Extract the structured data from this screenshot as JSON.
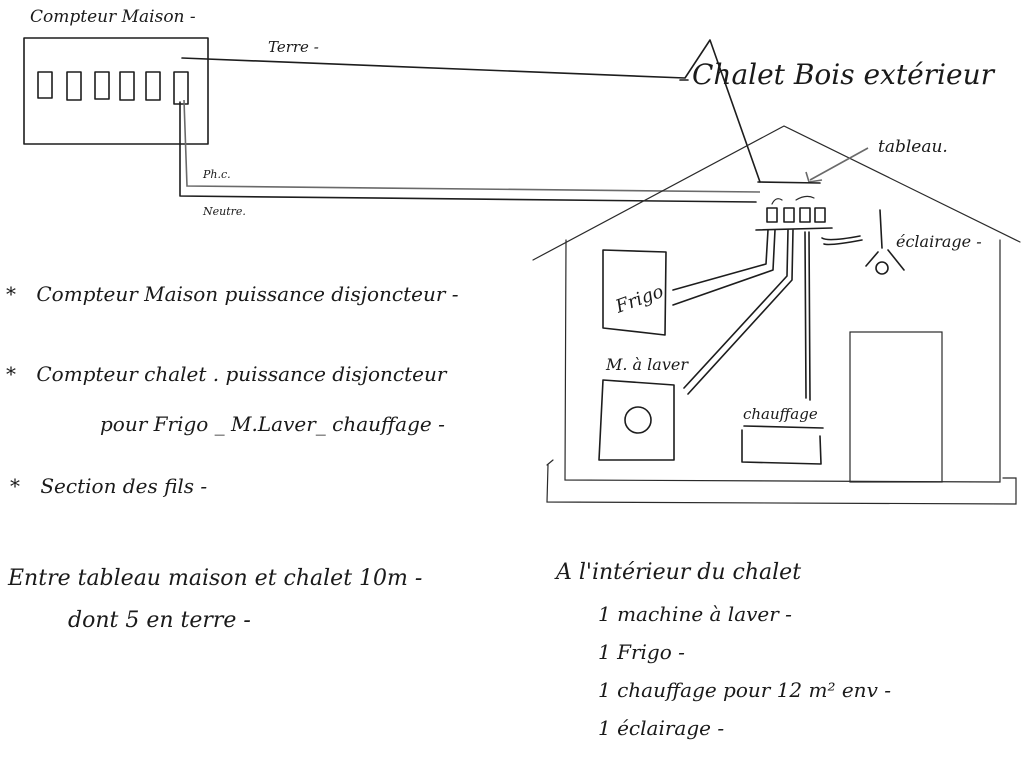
{
  "diagram": {
    "meter_box": {
      "label": "Compteur Maison -",
      "breaker_count": 6
    },
    "wires": {
      "earth": "Terre -",
      "phase": "Ph.c.",
      "neutral": "Neutre."
    },
    "chalet": {
      "title": "Chalet Bois extérieur",
      "panel_label": "tableau.",
      "panel_breaker_count": 4,
      "appliances": {
        "fridge": "Frigo",
        "washer": "M. à laver",
        "heater": "chauffage",
        "lighting": "éclairage -"
      }
    }
  },
  "notes": {
    "questions": [
      {
        "bullet": "*",
        "text": "Compteur Maison  puissance disjoncteur -"
      },
      {
        "bullet": "*",
        "text": "Compteur chalet . puissance disjoncteur",
        "continuation": "pour Frigo _ M.Laver_ chauffage -"
      },
      {
        "bullet": "*",
        "text": "Section des fils -"
      }
    ],
    "distance": {
      "line1": "Entre tableau maison et chalet 10m -",
      "line2": "dont 5 en terre -"
    },
    "inventory": {
      "title": "A l'intérieur du chalet",
      "items": [
        "1 machine à laver -",
        "1 Frigo -",
        "1 chauffage pour 12 m² env -",
        "1 éclairage -"
      ]
    }
  }
}
